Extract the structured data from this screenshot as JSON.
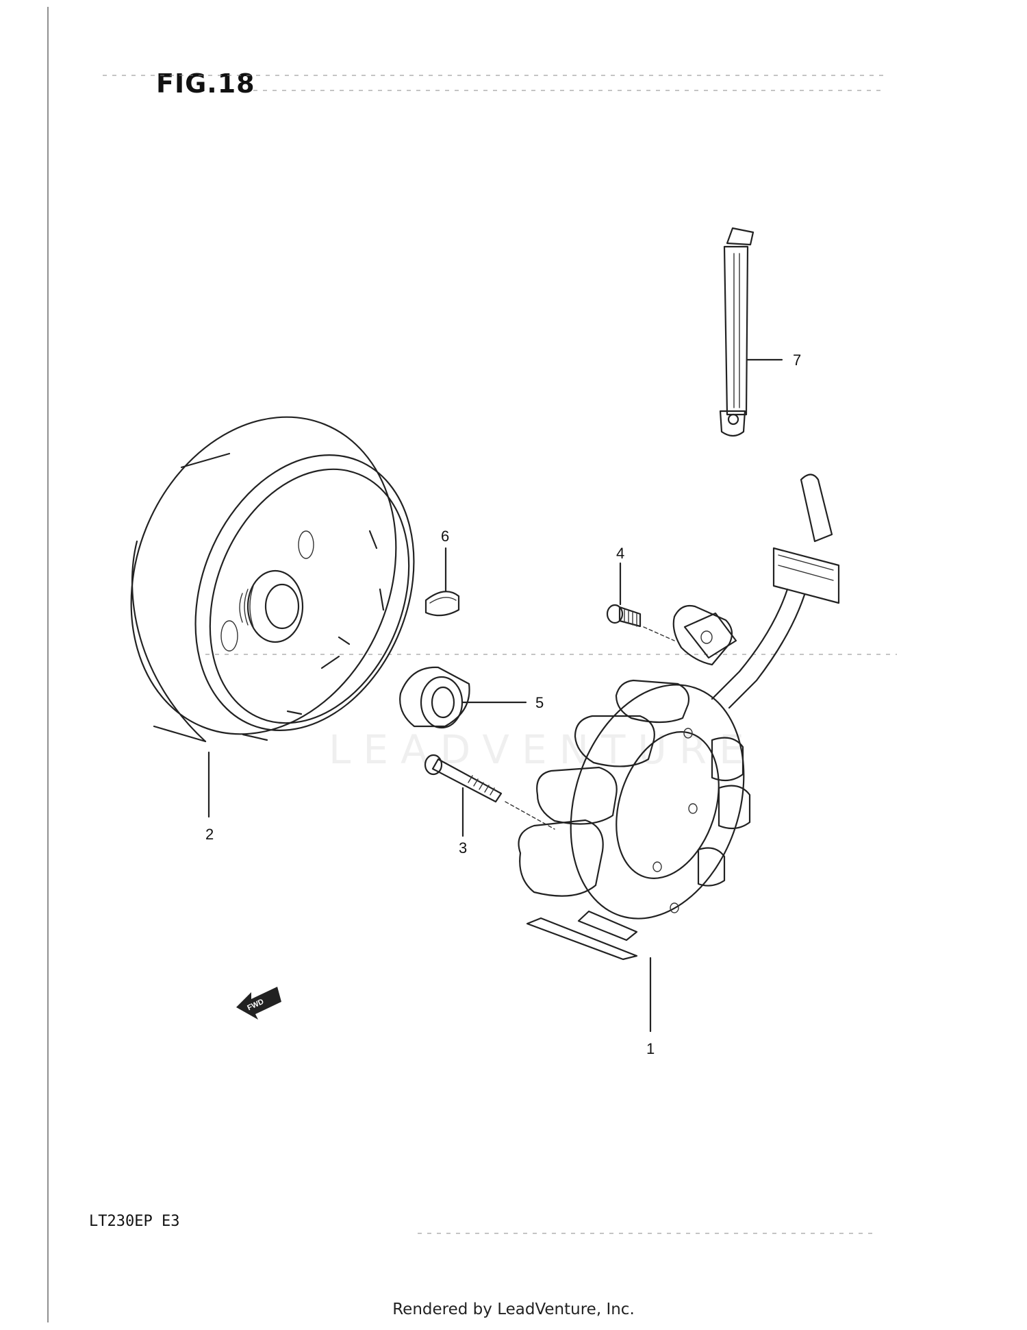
{
  "figure": {
    "title": "FIG.18",
    "model_code": "LT230EP  E3"
  },
  "watermark": "LEADVENTURE",
  "footer": "Rendered by LeadVenture, Inc.",
  "callouts": {
    "c1": "1",
    "c2": "2",
    "c3": "3",
    "c4": "4",
    "c5": "5",
    "c6": "6",
    "c7": "7"
  },
  "fwd_label": "FWD"
}
